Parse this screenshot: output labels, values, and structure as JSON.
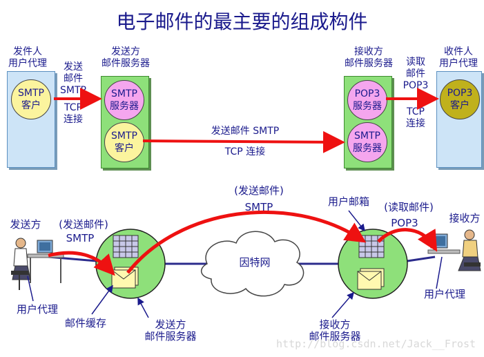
{
  "title": "电子邮件的最主要的组成构件",
  "top": {
    "sender_agent": {
      "line1": "发件人",
      "line2": "用户代理",
      "circle_top": "SMTP",
      "circle_bottom": "客户"
    },
    "arrow1": {
      "line1": "发送",
      "line2": "邮件",
      "line3": "SMTP",
      "line4": "TCP",
      "line5": "连接"
    },
    "sender_server": {
      "line1": "发送方",
      "line2": "邮件服务器",
      "server_circle_top": "SMTP",
      "server_circle_bottom": "服务器",
      "client_circle_top": "SMTP",
      "client_circle_bottom": "客户"
    },
    "arrow2": {
      "top": "发送邮件 SMTP",
      "bottom": "TCP 连接"
    },
    "receiver_server": {
      "line1": "接收方",
      "line2": "邮件服务器",
      "pop3_circle_top": "POP3",
      "pop3_circle_bottom": "服务器",
      "smtp_circle_top": "SMTP",
      "smtp_circle_bottom": "服务器"
    },
    "arrow3": {
      "line1": "读取",
      "line2": "邮件",
      "line3": "POP3",
      "line4": "TCP",
      "line5": "连接"
    },
    "receiver_agent": {
      "line1": "收件人",
      "line2": "用户代理",
      "circle_top": "POP3",
      "circle_bottom": "客户"
    }
  },
  "bottom": {
    "sender_label": "发送方",
    "send_mail_label": "(发送邮件)",
    "send_smtp_label": "SMTP",
    "user_agent_left": "用户代理",
    "mail_cache": "邮件缓存",
    "sender_server_line1": "发送方",
    "sender_server_line2": "邮件服务器",
    "middle_send_label": "(发送邮件)",
    "middle_smtp_label": "SMTP",
    "internet_label": "因特网",
    "mailbox_label": "用户邮箱",
    "read_mail_label": "(读取邮件)",
    "pop3_label": "POP3",
    "receiver_label": "接收方",
    "user_agent_right": "用户代理",
    "receiver_server_line1": "接收方",
    "receiver_server_line2": "邮件服务器"
  },
  "watermark": "http://blog.csdn.net/Jack__Frost",
  "colors": {
    "title": "#1a1a8c",
    "arrow": "#ee1111",
    "panel_blue": "#cde4f7",
    "panel_green": "#8ee07a"
  }
}
